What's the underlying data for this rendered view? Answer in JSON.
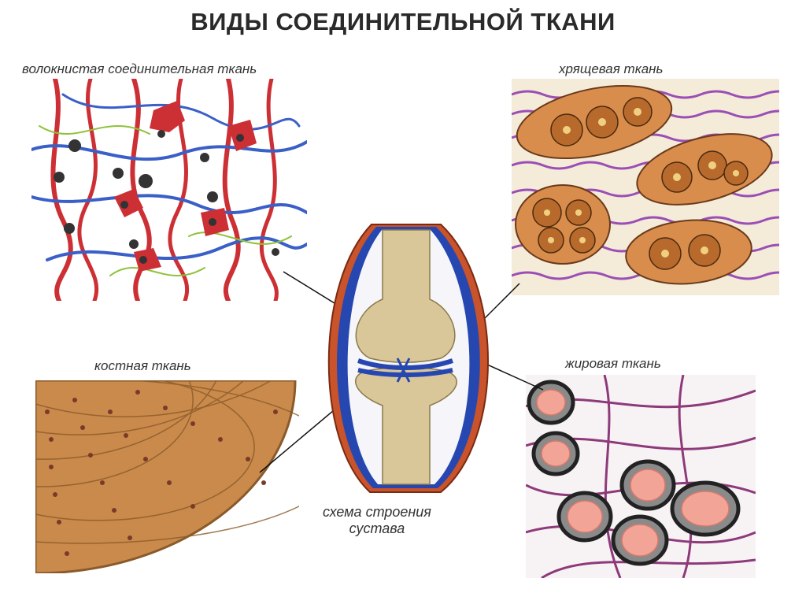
{
  "title": "ВИДЫ СОЕДИНИТЕЛЬНОЙ ТКАНИ",
  "labels": {
    "fibrous": "волокнистая соединительная ткань",
    "cartilage": "хрящевая ткань",
    "bone": "костная ткань",
    "fat": "жировая ткань",
    "joint_line1": "схема строения",
    "joint_line2": "сустава"
  },
  "colors": {
    "fiber_red": "#cc2f34",
    "fiber_blue": "#3a5fc7",
    "fiber_green": "#8fc23a",
    "cartilage_matrix": "#9b4fb6",
    "chondrocyte_group": "#d98d4c",
    "bone_base": "#c98a4b",
    "osteocyte": "#7a3a2a",
    "fat_fiber": "#8e3a7a",
    "fat_cell_core": "#f2a497",
    "joint_capsule": "#c9532a",
    "joint_blue": "#2747b0",
    "joint_bone": "#d9c79a"
  },
  "icons": {
    "fibrous": "fibrous-tissue-illustration",
    "cartilage": "cartilage-tissue-illustration",
    "bone": "bone-tissue-illustration",
    "fat": "adipose-tissue-illustration",
    "joint": "joint-diagram-illustration"
  }
}
